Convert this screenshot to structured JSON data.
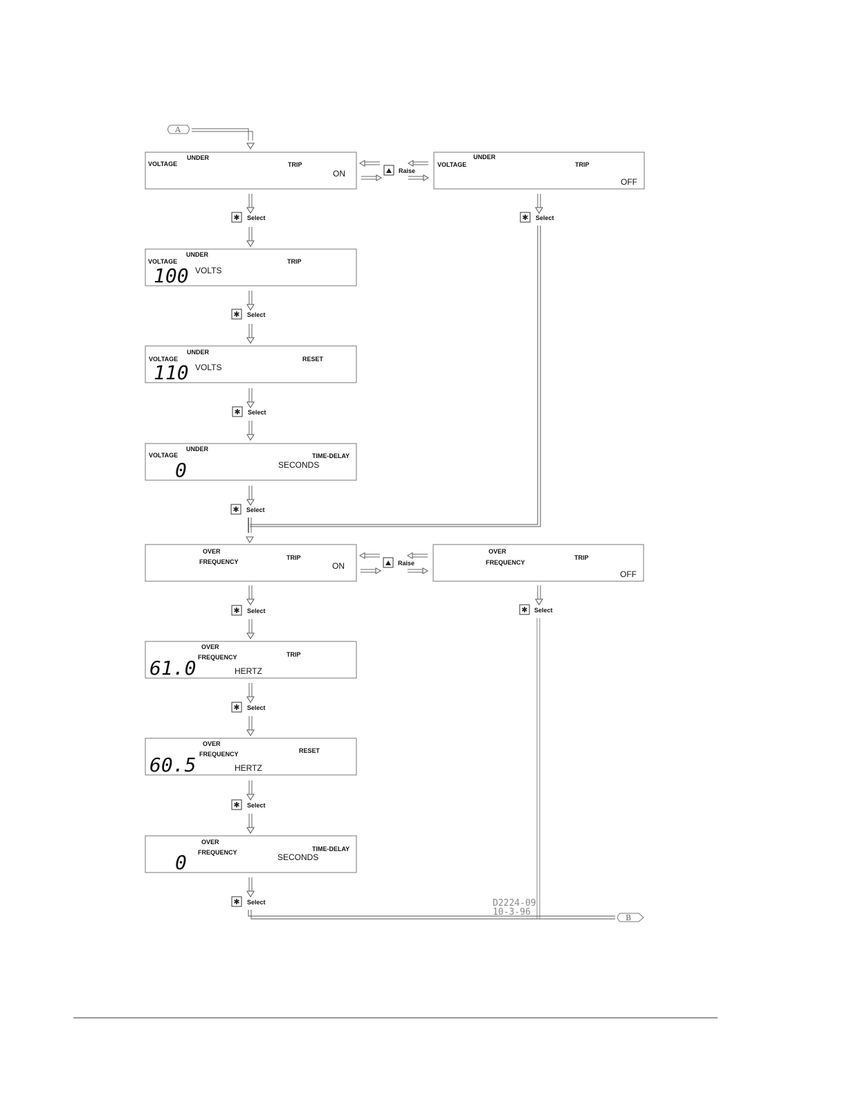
{
  "connectors": {
    "start": "A",
    "end": "B"
  },
  "buttons": {
    "select": "Select",
    "raise": "Raise"
  },
  "icons": {
    "select": "select-star-icon",
    "raise": "raise-triangle-icon"
  },
  "drawing": {
    "number": "D2224-09",
    "date": "10-3-96"
  },
  "displays": {
    "uv_on": {
      "l1": "UNDER",
      "l2": "VOLTAGE",
      "mode": "TRIP",
      "state": "ON"
    },
    "uv_off": {
      "l1": "UNDER",
      "l2": "VOLTAGE",
      "mode": "TRIP",
      "state": "OFF"
    },
    "uv_trip": {
      "l1": "UNDER",
      "l2": "VOLTAGE",
      "mode": "TRIP",
      "value": "100",
      "unit": "VOLTS"
    },
    "uv_reset": {
      "l1": "UNDER",
      "l2": "VOLTAGE",
      "mode": "RESET",
      "value": "110",
      "unit": "VOLTS"
    },
    "uv_delay": {
      "l1": "UNDER",
      "l2": "VOLTAGE",
      "mode": "TIME-DELAY",
      "value": "0",
      "unit": "SECONDS"
    },
    "of_on": {
      "l1": "OVER",
      "l2": "FREQUENCY",
      "mode": "TRIP",
      "state": "ON"
    },
    "of_off": {
      "l1": "OVER",
      "l2": "FREQUENCY",
      "mode": "TRIP",
      "state": "OFF"
    },
    "of_trip": {
      "l1": "OVER",
      "l2": "FREQUENCY",
      "mode": "TRIP",
      "value": "61.0",
      "unit": "HERTZ"
    },
    "of_reset": {
      "l1": "OVER",
      "l2": "FREQUENCY",
      "mode": "RESET",
      "value": "60.5",
      "unit": "HERTZ"
    },
    "of_delay": {
      "l1": "OVER",
      "l2": "FREQUENCY",
      "mode": "TIME-DELAY",
      "value": "0",
      "unit": "SECONDS"
    }
  }
}
